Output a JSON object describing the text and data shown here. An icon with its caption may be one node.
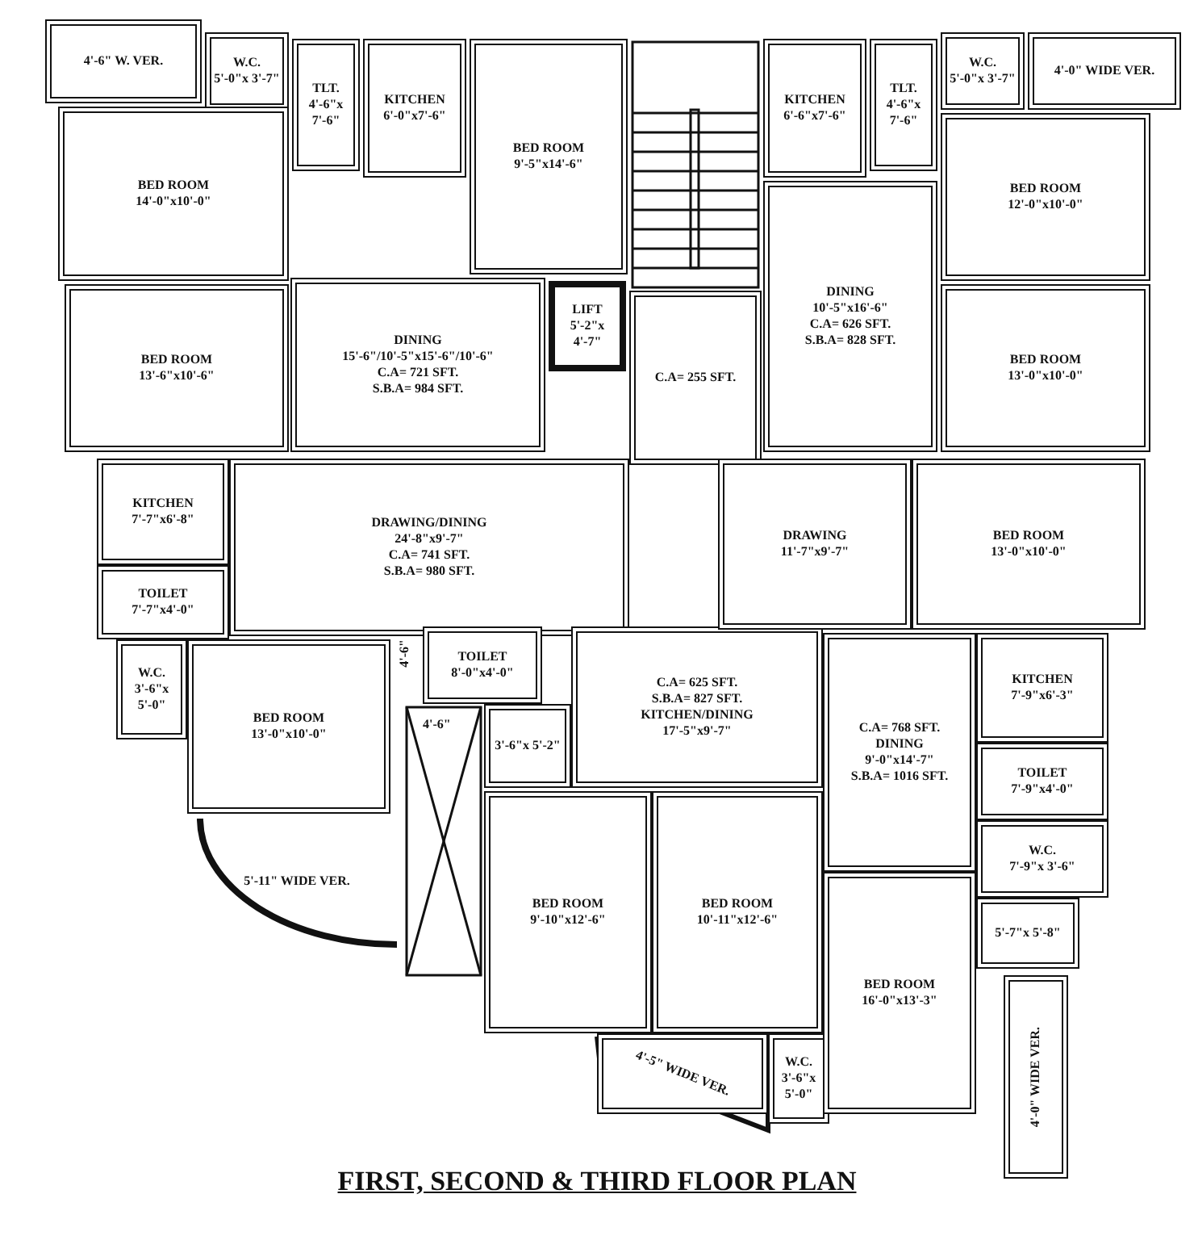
{
  "diagram": {
    "title": "FIRST, SECOND & THIRD FLOOR PLAN",
    "nodes": [
      {
        "text": [
          "4'-6\" W. VER."
        ]
      },
      {
        "text": [
          "W.C.",
          "5'-0\"x 3'-7\""
        ]
      },
      {
        "text": [
          "TLT.",
          "4'-6\"x 7'-6\""
        ]
      },
      {
        "text": [
          "KITCHEN",
          "6'-0\"x7'-6\""
        ]
      },
      {
        "text": [
          "BED ROOM",
          "14'-0\"x10'-0\""
        ]
      },
      {
        "text": [
          "BED ROOM",
          "9'-5\"x14'-6\""
        ]
      },
      {
        "text": [
          "DINING",
          "15'-6\"/10'-5\"x15'-6\"/10'-6\"",
          "C.A= 721 SFT.",
          "S.B.A= 984 SFT."
        ]
      },
      {
        "text": [
          "LIFT",
          "5'-2\"x 4'-7\""
        ]
      },
      {
        "text": [
          "C.A= 255 SFT."
        ]
      },
      {
        "text": [
          "BED ROOM",
          "13'-6\"x10'-6\""
        ]
      },
      {
        "text": [
          "KITCHEN",
          "6'-6\"x7'-6\""
        ]
      },
      {
        "text": [
          "TLT.",
          "4'-6\"x 7'-6\""
        ]
      },
      {
        "text": [
          "W.C.",
          "5'-0\"x 3'-7\""
        ]
      },
      {
        "text": [
          "4'-0\" WIDE VER."
        ]
      },
      {
        "text": [
          "BED ROOM",
          "12'-0\"x10'-0\""
        ]
      },
      {
        "text": [
          "DINING",
          "10'-5\"x16'-6\"",
          "C.A= 626 SFT.",
          "S.B.A= 828 SFT."
        ]
      },
      {
        "text": [
          "BED ROOM",
          "13'-0\"x10'-0\""
        ]
      },
      {
        "text": [
          "KITCHEN",
          "7'-7\"x6'-8\""
        ]
      },
      {
        "text": [
          "TOILET",
          "7'-7\"x4'-0\""
        ]
      },
      {
        "text": [
          "DRAWING/DINING",
          "24'-8\"x9'-7\"",
          "C.A= 741 SFT.",
          "S.B.A= 980 SFT."
        ]
      },
      {
        "text": [
          "W.C.",
          "3'-6\"x 5'-0\""
        ]
      },
      {
        "text": [
          "BED ROOM",
          "13'-0\"x10'-0\""
        ]
      },
      {
        "text": [
          "5'-11\" WIDE VER."
        ]
      },
      {
        "text": [
          "TOILET",
          "8'-0\"x4'-0\""
        ]
      },
      {
        "text": [
          "3'-6\"x 5'-2\""
        ]
      },
      {
        "text": [
          "C.A= 625 SFT.",
          "S.B.A= 827 SFT.",
          "KITCHEN/DINING",
          "17'-5\"x9'-7\""
        ]
      },
      {
        "text": [
          "BED ROOM",
          "9'-10\"x12'-6\""
        ]
      },
      {
        "text": [
          "BED ROOM",
          "10'-11\"x12'-6\""
        ]
      },
      {
        "text": [
          "4'-5\" WIDE VER."
        ]
      },
      {
        "text": [
          "W.C.",
          "3'-6\"x 5'-0\""
        ]
      },
      {
        "text": [
          "DRAWING",
          "11'-7\"x9'-7\""
        ]
      },
      {
        "text": [
          "BED ROOM",
          "13'-0\"x10'-0\""
        ]
      },
      {
        "text": [
          "KITCHEN",
          "7'-9\"x6'-3\""
        ]
      },
      {
        "text": [
          "C.A= 768 SFT.",
          "DINING",
          "9'-0\"x14'-7\"",
          "S.B.A= 1016 SFT."
        ]
      },
      {
        "text": [
          "TOILET",
          "7'-9\"x4'-0\""
        ]
      },
      {
        "text": [
          "W.C.",
          "7'-9\"x 3'-6\""
        ]
      },
      {
        "text": [
          "5'-7\"x 5'-8\""
        ]
      },
      {
        "text": [
          "BED ROOM",
          "16'-0\"x13'-3\""
        ]
      },
      {
        "text": [
          "4'-0\" WIDE VER."
        ]
      }
    ],
    "labels": [
      "4'-6\"",
      "4'-6\""
    ]
  }
}
